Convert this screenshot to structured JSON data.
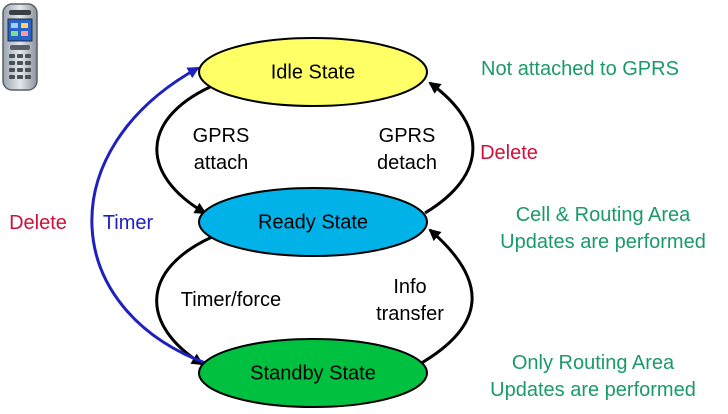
{
  "states": {
    "idle": {
      "label": "Idle State",
      "fill": "#ffff66"
    },
    "ready": {
      "label": "Ready State",
      "fill": "#00b2e8"
    },
    "standby": {
      "label": "Standby State",
      "fill": "#00c040"
    }
  },
  "transitions": {
    "gprs_attach": {
      "line1": "GPRS",
      "line2": "attach"
    },
    "gprs_detach": {
      "line1": "GPRS",
      "line2": "detach"
    },
    "delete_right": {
      "label": "Delete"
    },
    "delete_left": {
      "label": "Delete"
    },
    "timer": {
      "label": "Timer"
    },
    "timer_force": {
      "label": "Timer/force"
    },
    "info_transfer": {
      "line1": "Info",
      "line2": "transfer"
    }
  },
  "notes": {
    "idle": {
      "line1": "Not attached to GPRS"
    },
    "ready": {
      "line1": "Cell & Routing Area",
      "line2": "Updates are performed"
    },
    "standby": {
      "line1": "Only Routing Area",
      "line2": "Updates are performed"
    }
  },
  "colors": {
    "note": "#1a9a6a",
    "delete": "#d0103a",
    "timer": "#2020c0",
    "arrow": "#000000"
  },
  "icons": {
    "device": "mobile-phone-icon"
  }
}
